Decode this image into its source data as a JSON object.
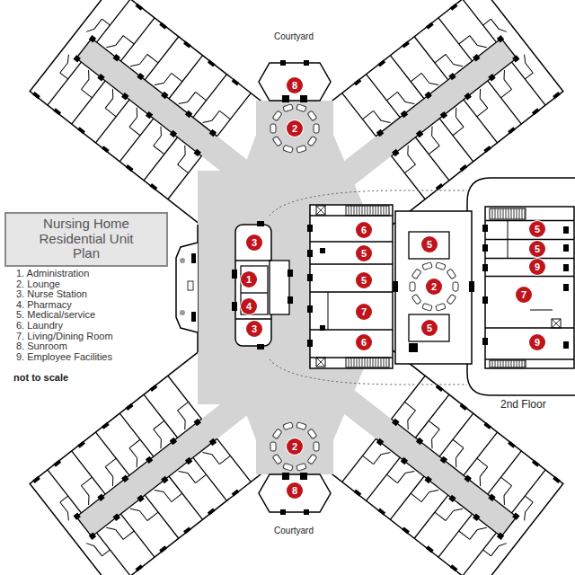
{
  "diagram": {
    "nodes": [
      {
        "text": [
          "Nursing Home Residential Unit Plan"
        ]
      },
      {
        "text": [
          "8"
        ]
      },
      {
        "text": [
          "2"
        ]
      },
      {
        "text": [
          "3"
        ]
      },
      {
        "text": [
          "6"
        ]
      },
      {
        "text": [
          "5"
        ]
      },
      {
        "text": [
          "5"
        ]
      },
      {
        "text": [
          "5"
        ]
      },
      {
        "text": [
          "5"
        ]
      },
      {
        "text": [
          "1"
        ]
      },
      {
        "text": [
          "5"
        ]
      },
      {
        "text": [
          "2"
        ]
      },
      {
        "text": [
          "9"
        ]
      },
      {
        "text": [
          "7"
        ]
      },
      {
        "text": [
          "4"
        ]
      },
      {
        "text": [
          "7"
        ]
      },
      {
        "text": [
          "5"
        ]
      },
      {
        "text": [
          "3"
        ]
      },
      {
        "text": [
          "6"
        ]
      },
      {
        "text": [
          "9"
        ]
      },
      {
        "text": [
          "2"
        ]
      },
      {
        "text": [
          "8"
        ]
      }
    ],
    "labels": [
      "Courtyard",
      "not to scale",
      "2nd Floor",
      "Courtyard"
    ],
    "legend": [
      {
        "text": "1. Administration"
      },
      {
        "text": "2. Lounge"
      },
      {
        "text": "3. Nurse Station"
      },
      {
        "text": "4. Pharmacy"
      },
      {
        "text": "5. Medical/service"
      },
      {
        "text": "6. Laundry"
      },
      {
        "text": "7. Living/Dining Room"
      },
      {
        "text": "8. Sunroom"
      },
      {
        "text": "9. Employee Facilities"
      }
    ]
  }
}
